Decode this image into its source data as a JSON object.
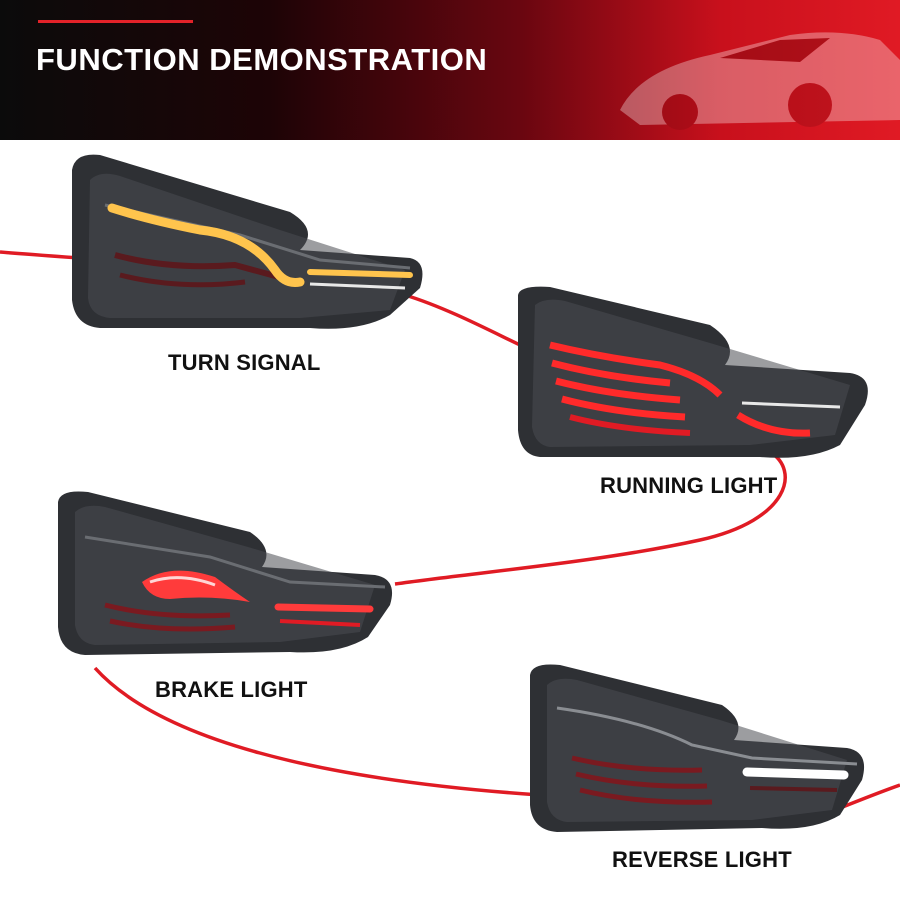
{
  "header": {
    "title": "FUNCTION DEMONSTRATION",
    "accent_color": "#e32229"
  },
  "functions": [
    {
      "label": "TURN SIGNAL",
      "glow_color": "#ffc44d"
    },
    {
      "label": "RUNNING LIGHT",
      "glow_color": "#ff2a2a"
    },
    {
      "label": "BRAKE LIGHT",
      "glow_color": "#ff3b3b"
    },
    {
      "label": "REVERSE LIGHT",
      "glow_color": "#ffffff"
    }
  ],
  "colors": {
    "curve": "#e01b24",
    "housing": "#2e3034",
    "lens_smoke": "#4a4d52"
  }
}
